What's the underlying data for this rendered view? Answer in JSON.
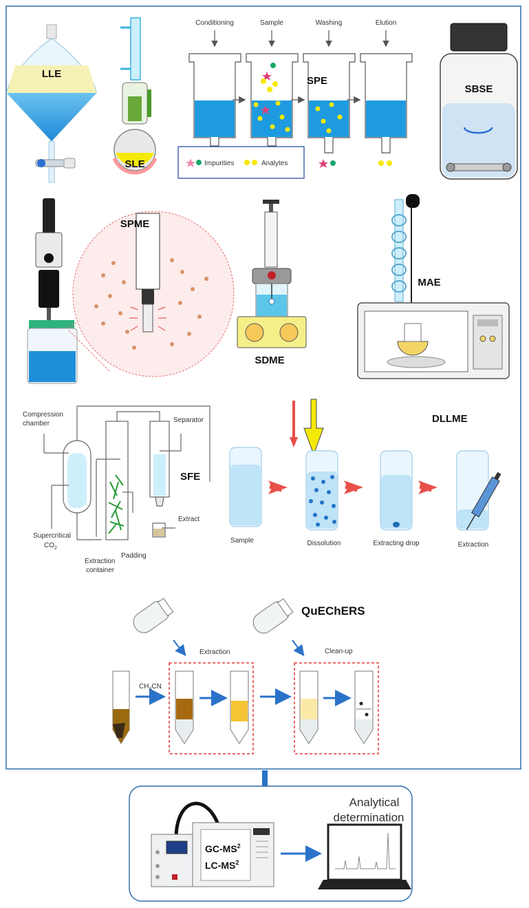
{
  "colors": {
    "frame": "#2e6fa8",
    "liquid_blue": "#1e9be0",
    "light_blue": "#bfe3f7",
    "arrow_blue": "#2a72c9",
    "arrow_red": "#e8504a",
    "dashed_red": "#e23a3a",
    "yellow": "#f5e90a",
    "brown": "#8a5a10",
    "pink_star": "#e0407a",
    "green_dot": "#1aa86a"
  },
  "lle": {
    "label": "LLE"
  },
  "sle": {
    "label": "SLE"
  },
  "spe": {
    "label": "SPE",
    "steps": [
      "Conditioning",
      "Sample",
      "Washing",
      "Elution"
    ],
    "legend": {
      "impurities": "Impurities",
      "analytes": "Analytes"
    }
  },
  "sbse": {
    "label": "SBSE"
  },
  "spme": {
    "label": "SPME"
  },
  "sdme": {
    "label": "SDME"
  },
  "mae": {
    "label": "MAE"
  },
  "sfe": {
    "label": "SFE",
    "compression_line1": "Compression",
    "compression_line2": "chamber",
    "separator": "Separator",
    "supercritical_line1": "Supercritical",
    "supercritical_line2": "CO",
    "supercritical_sub": "2",
    "extraction_line1": "Extraction",
    "extraction_line2": "container",
    "padding": "Padding",
    "extract": "Extract"
  },
  "dllme": {
    "label": "DLLME",
    "steps": [
      "Sample",
      "Dissolution",
      "Extracting drop",
      "Extraction"
    ]
  },
  "quechers": {
    "label": "QuEChERS",
    "extraction": "Extraction",
    "cleanup": "Clean-up",
    "solvent_main": "CH",
    "solvent_sub": "3",
    "solvent_tail": "CN"
  },
  "analysis": {
    "title_line1": "Analytical",
    "title_line2": "determination",
    "gc_main": "GC-MS",
    "gc_sup": "2",
    "lc_main": "LC-MS",
    "lc_sup": "2"
  }
}
